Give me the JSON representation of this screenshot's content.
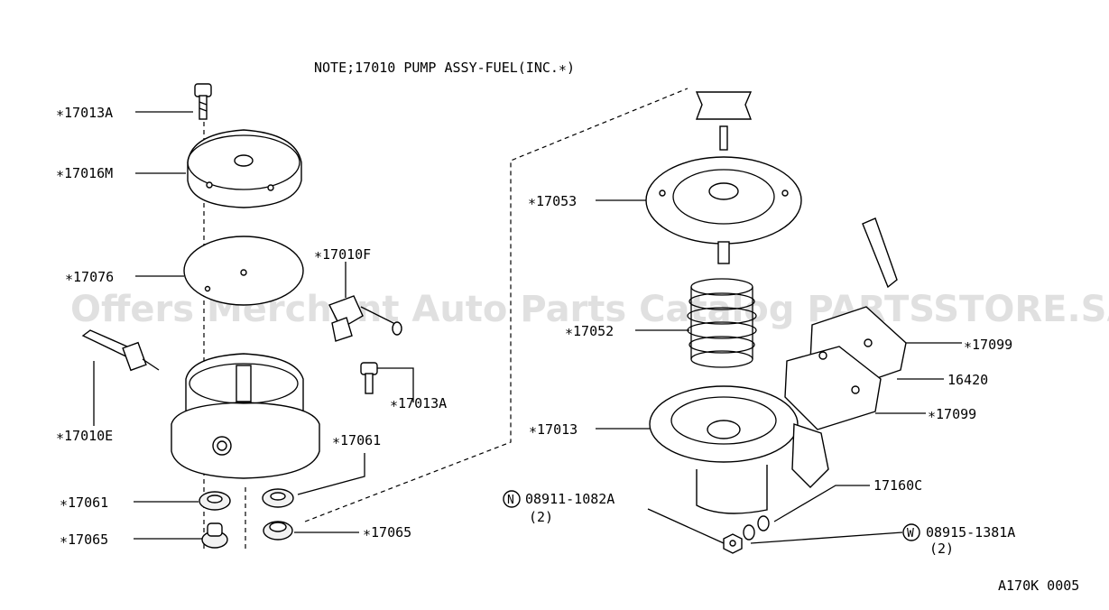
{
  "note": "NOTE;17010 PUMP ASSY-FUEL(INC.∗)",
  "watermark": "Offers Merchant Auto Parts Catalog PARTSSTORE.SA",
  "diagram_code": "A170K 0005",
  "labels": {
    "p17013A_top": "∗17013A",
    "p17016M": "∗17016M",
    "p17076": "∗17076",
    "p17010F": "∗17010F",
    "p17010E": "∗17010E",
    "p17013A_mid": "∗17013A",
    "p17061_right": "∗17061",
    "p17061_left": "∗17061",
    "p17065_left": "∗17065",
    "p17065_right": "∗17065",
    "p17053": "∗17053",
    "p17052": "∗17052",
    "p17013": "∗17013",
    "p17099_top": "∗17099",
    "p16420": "16420",
    "p17099_bottom": "∗17099",
    "p17160C": "17160C",
    "p08911": "08911-1082A",
    "p08911_qty": "(2)",
    "p08911_marker": "N",
    "p08915": "08915-1381A",
    "p08915_qty": "(2)",
    "p08915_marker": "W"
  }
}
